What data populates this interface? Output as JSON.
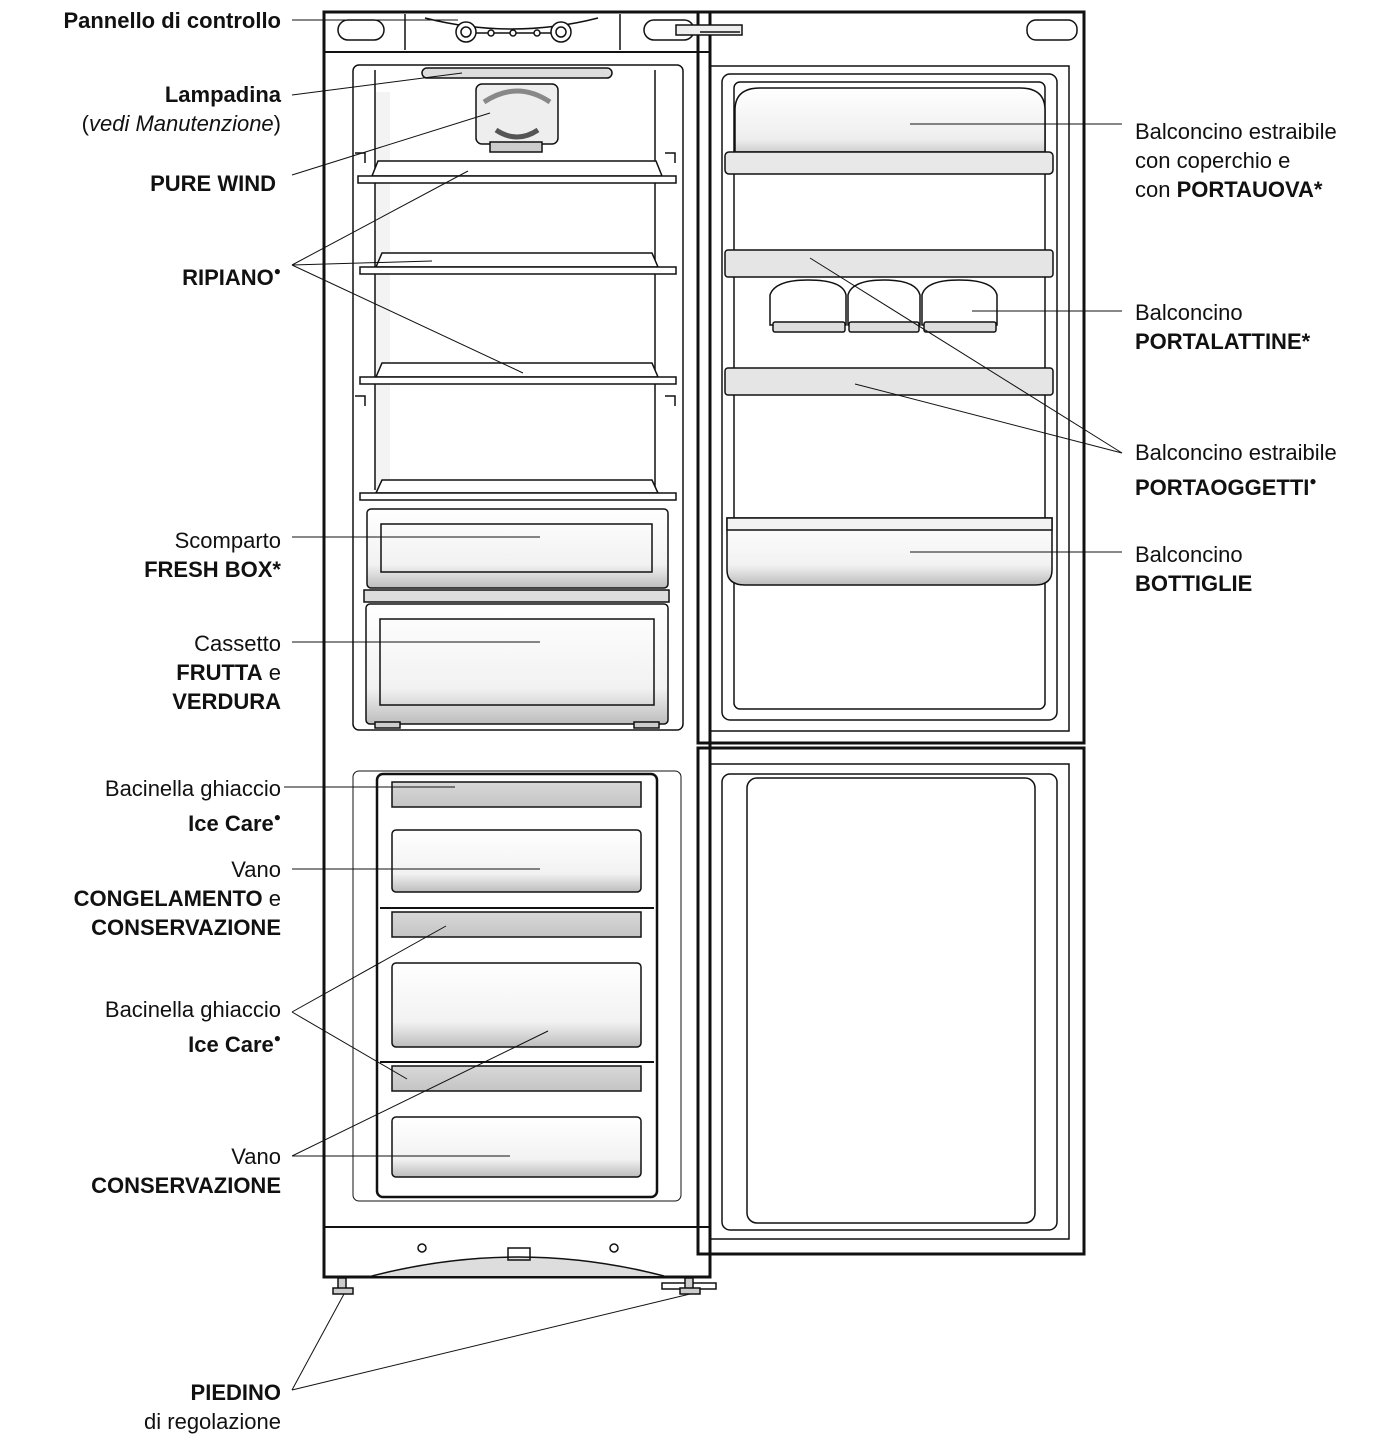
{
  "labels": {
    "pannello": "Pannello di controllo",
    "lampadina": "Lampadina",
    "vedi_open": "(",
    "vedi": "vedi Manutenzione",
    "vedi_close": ")",
    "pure_wind": "PURE WIND",
    "ripiano": "RIPIANO",
    "scomparto": "Scomparto",
    "fresh_box": "FRESH BOX*",
    "cassetto": "Cassetto",
    "frutta": "FRUTTA",
    "e": "e",
    "verdura": "VERDURA",
    "bacinella1": "Bacinella ghiaccio",
    "ice_care1": "Ice Care",
    "vano1": "Vano",
    "congelamento": "CONGELAMENTO",
    "conservazione1": "CONSERVAZIONE",
    "bacinella2": "Bacinella ghiaccio",
    "ice_care2": "Ice Care",
    "vano2": "Vano",
    "conservazione2": "CONSERVAZIONE",
    "piedino": "PIEDINO",
    "regolazione": "di regolazione",
    "balc_estr1": "Balconcino estraibile",
    "con_coperchio": "con coperchio e",
    "con": "con",
    "portauova": "PORTAUOVA*",
    "balconcino1": "Balconcino",
    "portalattine": "PORTALATTINE*",
    "balc_estr2": "Balconcino estraibile",
    "portaoggetti": "PORTAOGGETTI",
    "balconcino2": "Balconcino",
    "bottiglie": "BOTTIGLIE",
    "bullet": "●"
  }
}
